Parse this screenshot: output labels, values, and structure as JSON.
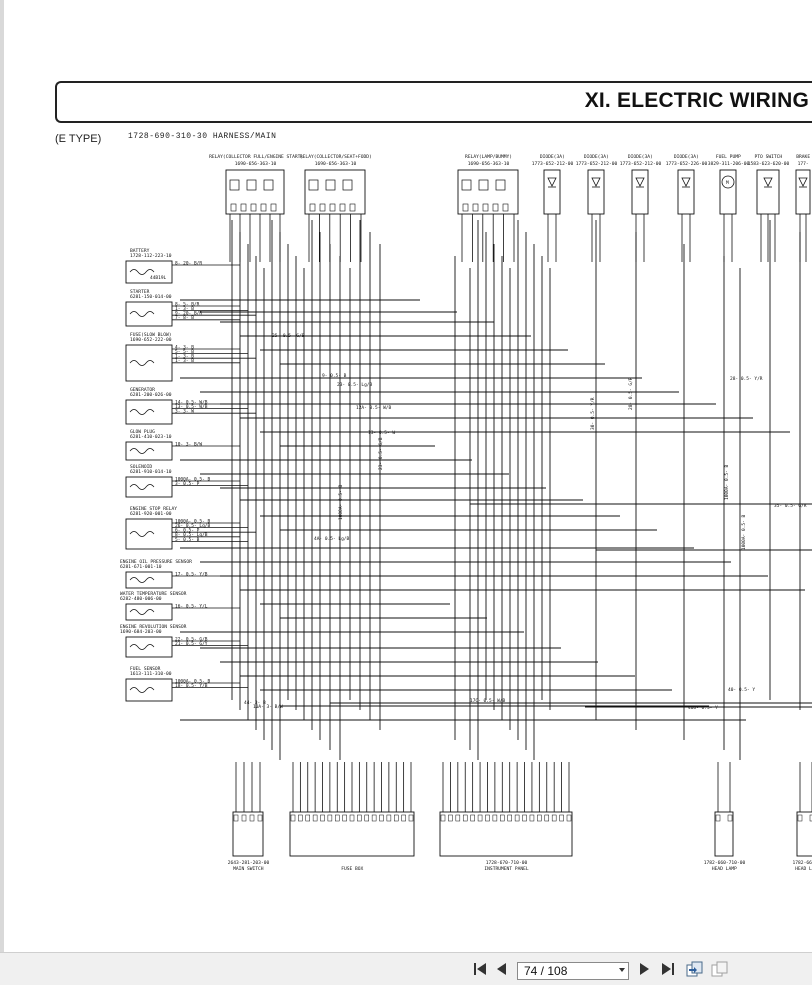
{
  "document": {
    "title": "XI. ELECTRIC WIRING",
    "type": "(E TYPE)",
    "harness": "1728-690-310-30 HARNESS/MAIN"
  },
  "top_components": [
    {
      "name": "RELAY(COLLECTOR FULL/ENGINE START)",
      "part": "1690-656-363-10"
    },
    {
      "name": "RELAY(COLLECTOR/SEAT+FODD)",
      "part": "1690-656-363-10"
    },
    {
      "name": "RELAY(LAMP/BUMMY)",
      "part": "1690-656-363-10"
    },
    {
      "name": "DIODE(3A)",
      "part": "1773-652-212-00"
    },
    {
      "name": "DIODE(3A)",
      "part": "1773-652-212-00"
    },
    {
      "name": "DIODE(3A)",
      "part": "1773-652-212-00"
    },
    {
      "name": "DIODE(3A)",
      "part": "1773-652-226-00"
    },
    {
      "name": "FUEL PUMP",
      "part": "3829-311-206-00"
    },
    {
      "name": "PTO SWITCH",
      "part": "1583-623-620-00"
    },
    {
      "name": "BRAKE",
      "part": "177-"
    }
  ],
  "left_components": [
    {
      "name": "BATTERY",
      "part": "1728-112-223-10",
      "note": "44B19L",
      "wires": [
        "8- 20- B/R"
      ]
    },
    {
      "name": "STARTER",
      "part": "6281-150-014-00",
      "wires": [
        "8- 5- B/R",
        "1- 3- B",
        "9- 20- B/R",
        "7- 8- B"
      ]
    },
    {
      "name": "FUSE(SLOW BLOW)",
      "part": "1690-652-222-00",
      "wires": [
        "4- 3- B",
        "5- 5- B",
        "1- 3- B",
        "1- 3- B"
      ]
    },
    {
      "name": "GENERATOR",
      "part": "6281-200-026-00",
      "wires": [
        "14- 0.5- W/B",
        "13- 0.5- W/B",
        "3- 3- W"
      ]
    },
    {
      "name": "GLOW PLUG",
      "part": "6281-410-023-10",
      "wires": [
        "10- 3- B/W"
      ]
    },
    {
      "name": "SOLENOID",
      "part": "6281-910-014-10",
      "wires": [
        "1000A- 0.5- B",
        "3- 0.5- P"
      ]
    },
    {
      "name": "ENGINE STOP RELAY",
      "part": "6281-920-001-00",
      "wires": [
        "1000A- 0.5- B",
        "26- 0.5- Lg/B",
        "6- 0.5- P",
        "8- 0.5- Lg/B",
        "5- 0.5- B"
      ]
    },
    {
      "name": "ENGINE OIL PRESSURE SENSOR",
      "part": "6281-671-001-10",
      "wires": [
        "17- 0.5- Y/B"
      ]
    },
    {
      "name": "WATER TEMPERATURE SENSOR",
      "part": "6282-480-006-00",
      "wires": [
        "16- 0.5- Y/L"
      ]
    },
    {
      "name": "ENGINE REVOLUTION SENSOR",
      "part": "1690-684-203-00",
      "wires": [
        "22- 0.5- G/B",
        "21- 0.5- G/Y"
      ]
    },
    {
      "name": "FUEL SENSOR",
      "part": "1613-111-310-00",
      "wires": [
        "1000A- 0.5- B",
        "18- 0.5- Y/B"
      ]
    }
  ],
  "bottom_components": [
    {
      "name": "MAIN SWITCH",
      "part": "2643-281-203-00"
    },
    {
      "name": "FUSE BOX",
      "part": ""
    },
    {
      "name": "INSTRUMENT PANEL",
      "part": "1728-670-710-00"
    },
    {
      "name": "HEAD LAMP",
      "part": "1782-660-710-00"
    },
    {
      "name": "HEAD LAM",
      "part": "1782-660-7"
    }
  ],
  "wire_labels": [
    "25- 0.5- G/B",
    "9- 0.5- B",
    "23- 0.5- Lg/B",
    "12A- 0.5- W/B",
    "13- 0.5- W",
    "23- 0.5- G/B",
    "1000A- 0.5- B",
    "35- 0.5- G/R",
    "28- 0.5- Y/R",
    "1000A- 0.5- B",
    "40- 0.5- Y",
    "408- 0.5- Y",
    "4A- 0.5- Lg/B",
    "44- 3- B",
    "10A- 3- B/W",
    "17C- 0.5- W/B",
    "28- 0.5- G/R",
    "30- 0.5- Y/R",
    "1000A- 0.5- B"
  ],
  "toolbar": {
    "current_page": "74 / 108"
  }
}
